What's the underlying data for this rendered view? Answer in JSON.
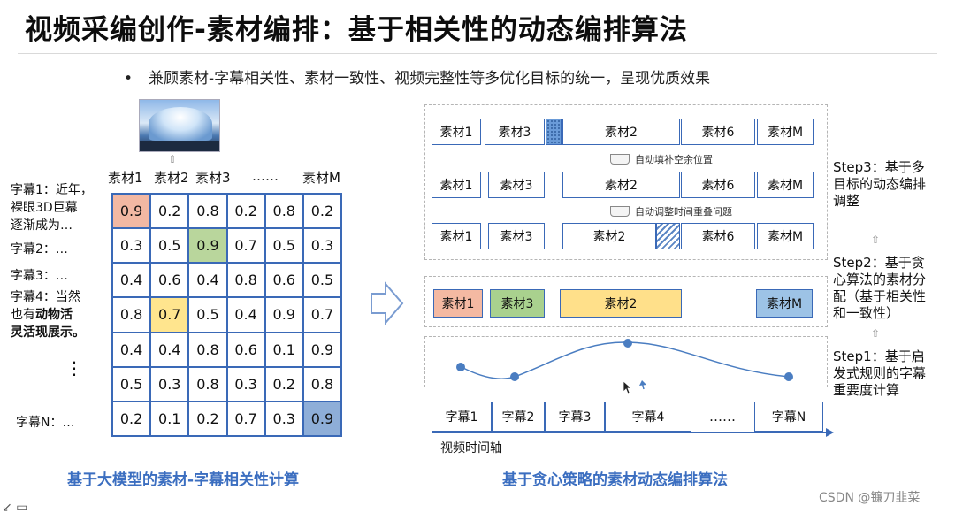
{
  "title": "视频采编创作-素材编排：基于相关性的动态编排算法",
  "bullet": "兼顾素材-字幕相关性、素材一致性、视频完整性等多优化目标的统一，呈现优质效果",
  "matrix": {
    "columns": [
      "素材1",
      "素材2",
      "素材3",
      "……",
      "素材M"
    ],
    "rows": [
      [
        "0.9",
        "0.2",
        "0.8",
        "0.2",
        "0.8",
        "0.2"
      ],
      [
        "0.3",
        "0.5",
        "0.9",
        "0.7",
        "0.5",
        "0.3"
      ],
      [
        "0.4",
        "0.6",
        "0.4",
        "0.8",
        "0.6",
        "0.5"
      ],
      [
        "0.8",
        "0.7",
        "0.5",
        "0.4",
        "0.9",
        "0.7"
      ],
      [
        "0.4",
        "0.4",
        "0.8",
        "0.6",
        "0.1",
        "0.9"
      ],
      [
        "0.5",
        "0.3",
        "0.8",
        "0.3",
        "0.2",
        "0.8"
      ],
      [
        "0.2",
        "0.1",
        "0.2",
        "0.7",
        "0.3",
        "0.9"
      ]
    ],
    "highlight_colors": {
      "orange": "#f2b8a3",
      "green": "#b9d69c",
      "yellow": "#ffe58e",
      "blue": "#8eaed8"
    }
  },
  "subtitles": {
    "s1_a": "字幕1：近年，",
    "s1_b": "裸眼3D巨幕",
    "s1_c": "逐渐成为…",
    "s2": "字幕2：…",
    "s3": "字幕3：…",
    "s4_a": "字幕4：当然",
    "s4_b": "也有",
    "s4_b_bold": "动物活",
    "s4_c_bold": "灵活现展示。",
    "vdots": "⋮",
    "sn": "字幕N：…"
  },
  "left_caption": "基于大模型的素材-字幕相关性计算",
  "right_caption": "基于贪心策略的素材动态编排算法",
  "step3_rows": {
    "row1": [
      "素材1",
      "素材3",
      "素材2",
      "素材6",
      "素材M"
    ],
    "row2": [
      "素材1",
      "素材3",
      "素材2",
      "素材6",
      "素材M"
    ],
    "row3": [
      "素材1",
      "素材3",
      "素材2",
      "素材6",
      "素材M"
    ]
  },
  "hints": {
    "fill": "自动填补空余位置",
    "adjust": "自动调整时间重叠问题"
  },
  "step2_row": [
    "素材1",
    "素材3",
    "素材2",
    "素材M"
  ],
  "steps": {
    "step3": [
      "Step3：基于多",
      "目标的动态编排",
      "调整"
    ],
    "step2": [
      "Step2：基于贪",
      "心算法的素材分",
      "配（基于相关性",
      "和一致性）"
    ],
    "step1": [
      "Step1：基于启",
      "发式规则的字幕",
      "重要度计算"
    ]
  },
  "timeline": {
    "items": [
      "字幕1",
      "字幕2",
      "字幕3",
      "字幕4",
      "字幕N"
    ],
    "ellipsis": "……",
    "axis_label": "视频时间轴"
  },
  "watermark": "CSDN @镰刀韭菜",
  "corner": "↙ ▭"
}
